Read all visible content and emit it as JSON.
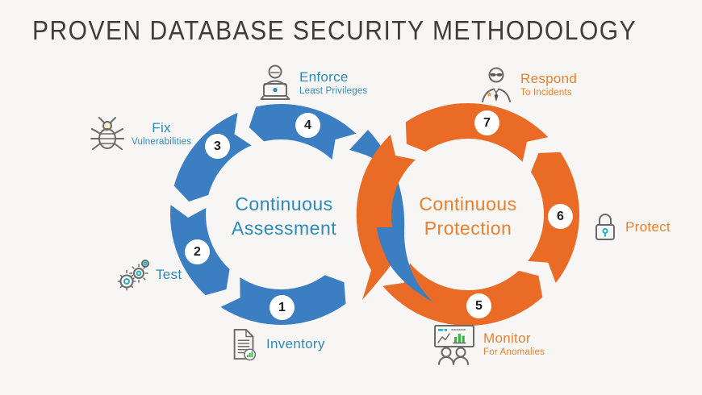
{
  "title": "PROVEN DATABASE SECURITY METHODOLOGY",
  "cycles": [
    {
      "name": "assessment",
      "line1": "Continuous",
      "line2": "Assessment"
    },
    {
      "name": "protection",
      "line1": "Continuous",
      "line2": "Protection"
    }
  ],
  "steps": [
    {
      "number": "1",
      "label": "Inventory",
      "sublabel": "",
      "icon": "inventory-report-icon"
    },
    {
      "number": "2",
      "label": "Test",
      "sublabel": "",
      "icon": "gears-icon"
    },
    {
      "number": "3",
      "label": "Fix",
      "sublabel": "Vulnerabilities",
      "icon": "bug-icon"
    },
    {
      "number": "4",
      "label": "Enforce",
      "sublabel": "Least Privileges",
      "icon": "admin-laptop-icon"
    },
    {
      "number": "5",
      "label": "Monitor",
      "sublabel": "For Anomalies",
      "icon": "dashboard-team-icon"
    },
    {
      "number": "6",
      "label": "Protect",
      "sublabel": "",
      "icon": "padlock-icon"
    },
    {
      "number": "7",
      "label": "Respond",
      "sublabel": "To Incidents",
      "icon": "security-guard-icon"
    }
  ],
  "colors": {
    "ring-blue": "#3b7ec1",
    "ring-orange": "#e96b26",
    "text-blue": "#2e8ab6",
    "text-orange": "#e8802c",
    "title-gray": "#3d3d3d",
    "icon-gray": "#6a6a6a",
    "accent-teal": "#29b0c4",
    "accent-green": "#39b54a",
    "badge-star-orange": "#f0973d",
    "background": "#f7f6f4"
  }
}
